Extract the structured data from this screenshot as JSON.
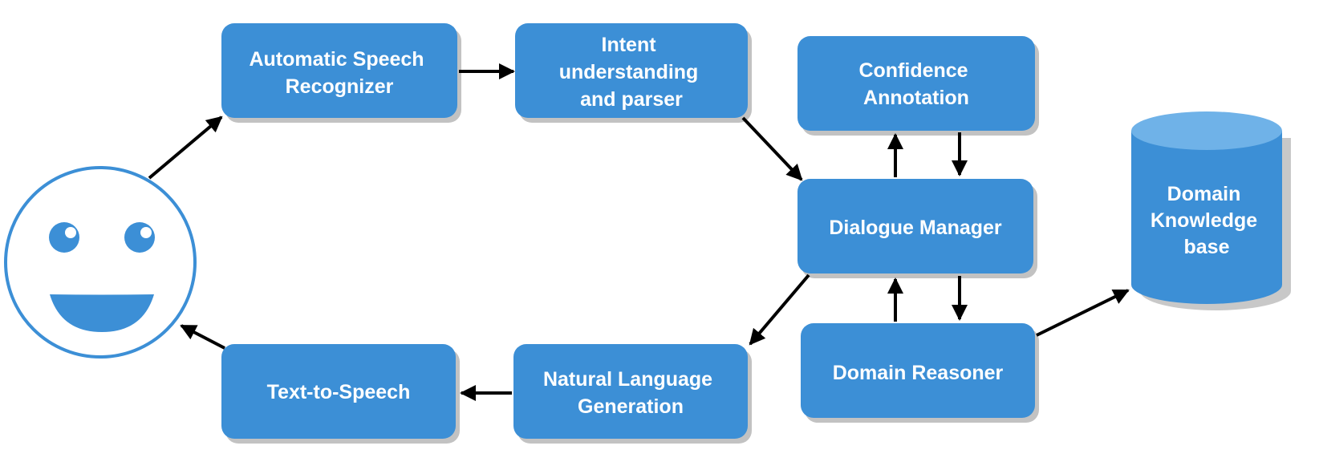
{
  "diagram": {
    "colors": {
      "box_fill": "#3c8fd6",
      "box_shadow": "#9a9a9a",
      "cylinder_top": "#6fb2e8",
      "face_outline": "#3c8fd6",
      "face_fill": "#ffffff",
      "arrow": "#000000",
      "label": "#ffffff"
    },
    "user_icon": "smiley-face-icon",
    "boxes": {
      "asr": {
        "lines": [
          "Automatic  Speech",
          "Recognizer"
        ]
      },
      "intent": {
        "lines": [
          "Intent",
          "understanding",
          "and parser"
        ]
      },
      "confidence": {
        "lines": [
          "Confidence",
          "Annotation"
        ]
      },
      "dialogue": {
        "lines": [
          "Dialogue Manager"
        ]
      },
      "reasoner": {
        "lines": [
          "Domain Reasoner"
        ]
      },
      "nlg": {
        "lines": [
          "Natural Language",
          "Generation"
        ]
      },
      "tts": {
        "lines": [
          "Text-to-Speech"
        ]
      }
    },
    "knowledge_base": {
      "lines": [
        "Domain",
        "Knowledge",
        "base"
      ]
    }
  }
}
